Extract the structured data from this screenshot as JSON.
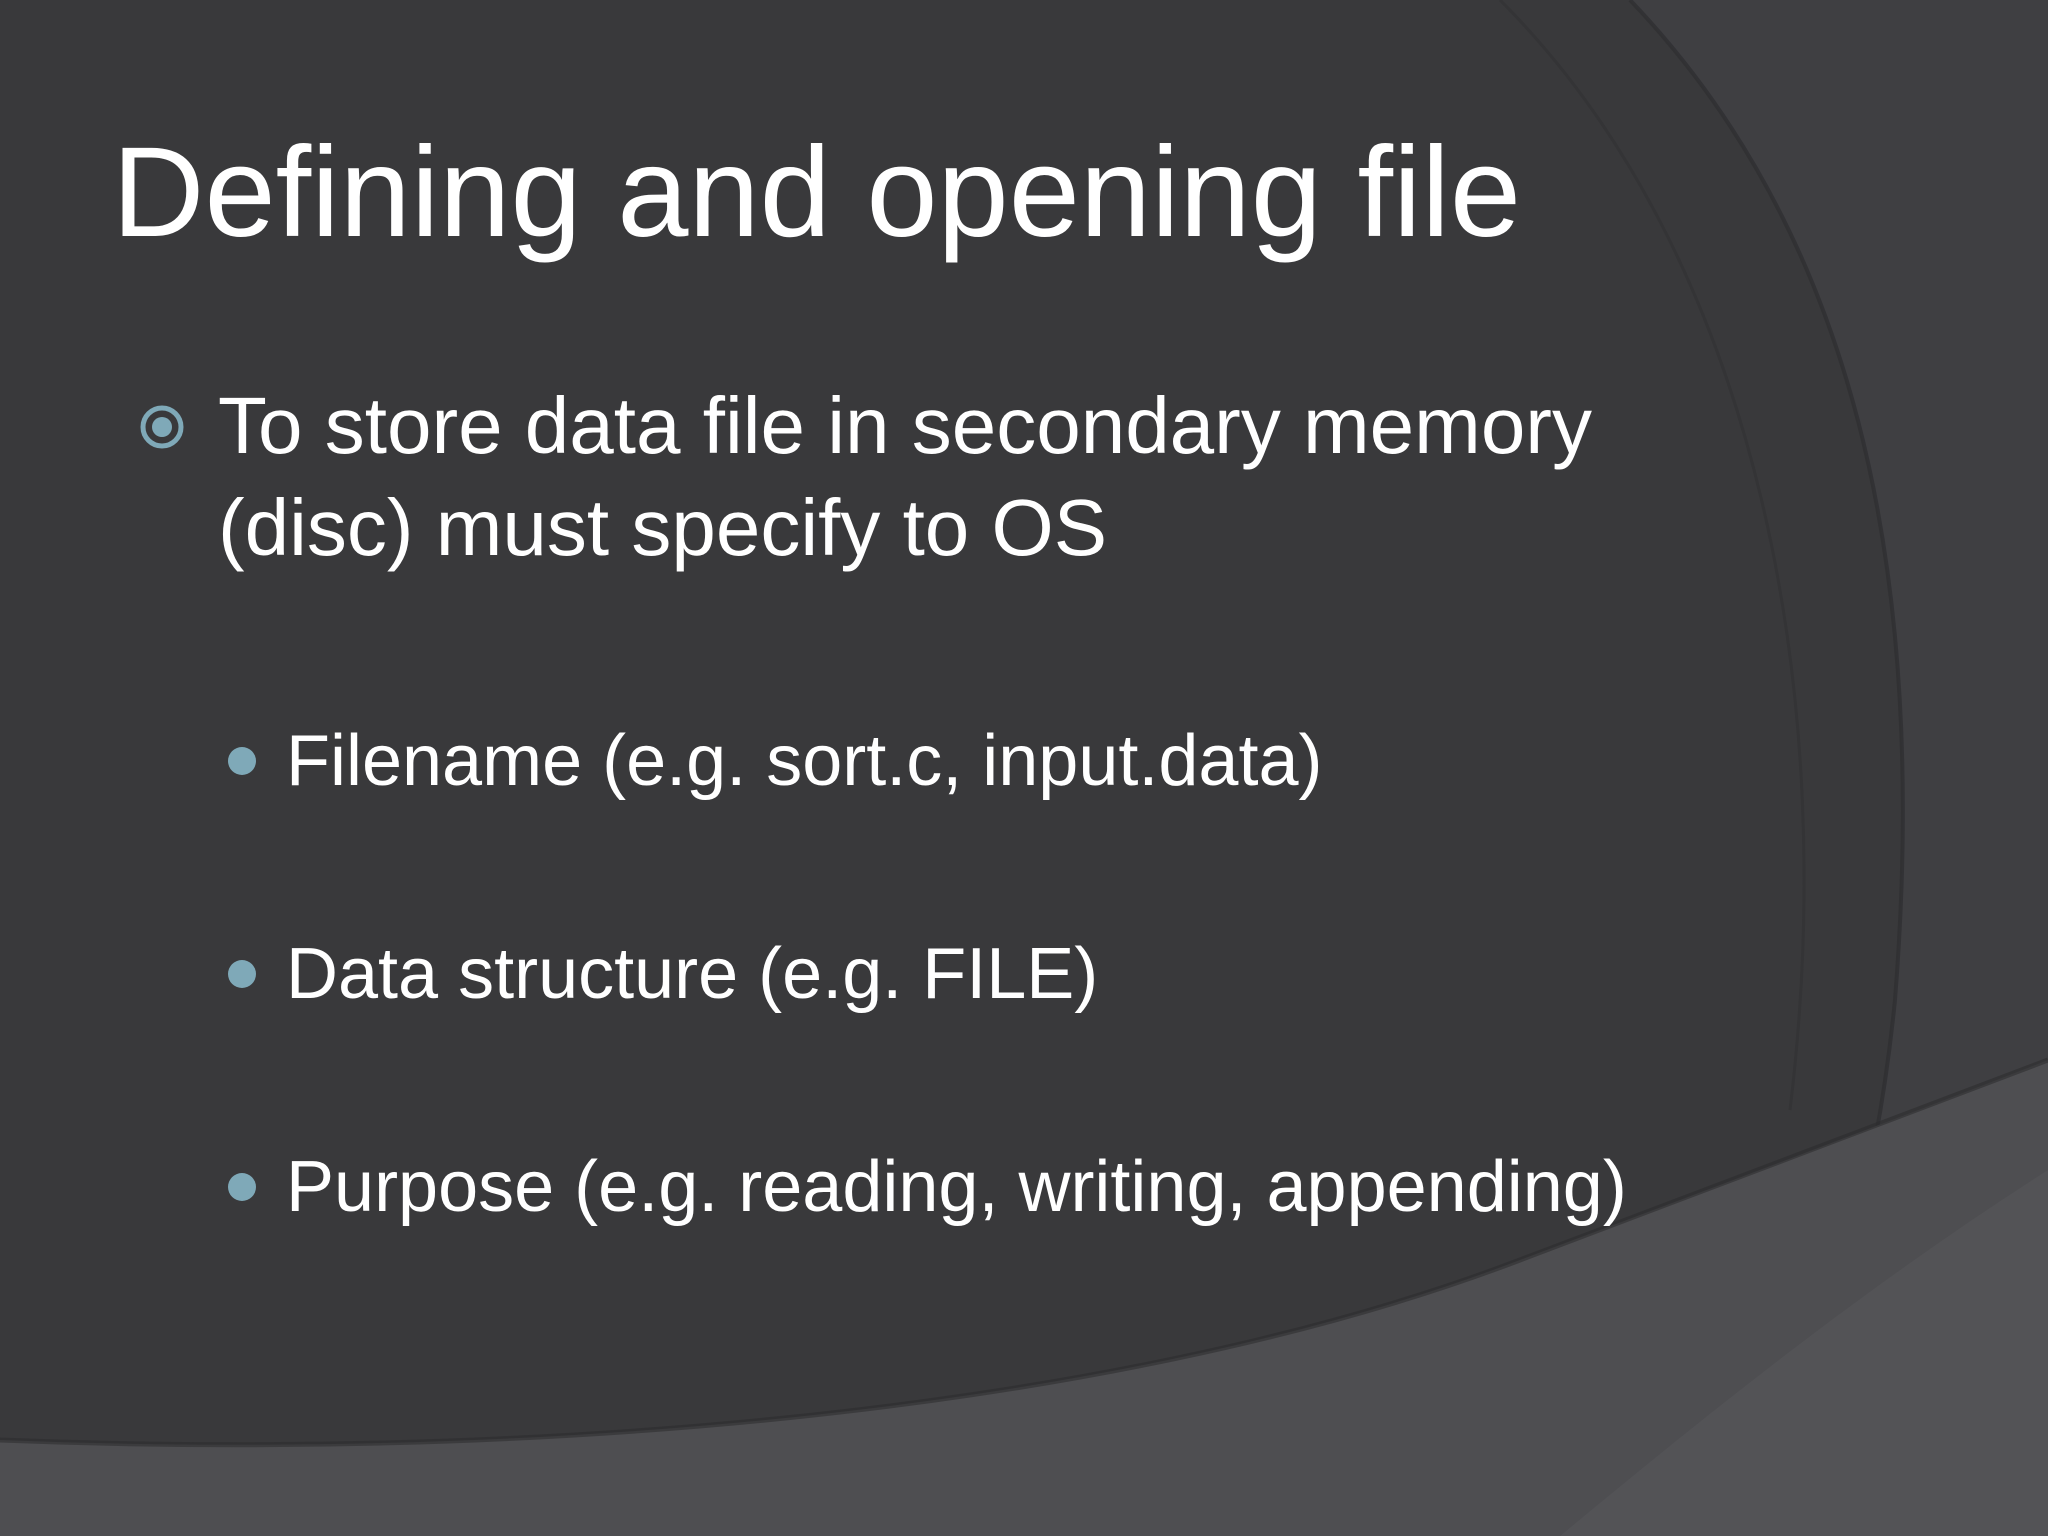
{
  "slide": {
    "title": "Defining and opening file",
    "bullets": [
      {
        "text": "To store data file in secondary memory (disc) must specify to OS",
        "icon": "circled-dot-bullet-icon",
        "sub_bullets": [
          {
            "text": "Filename (e.g. sort.c, input.data)",
            "icon": "dot-bullet-icon"
          },
          {
            "text": "Data structure (e.g. FILE)",
            "icon": "dot-bullet-icon"
          },
          {
            "text": "Purpose (e.g. reading, writing, appending)",
            "icon": "dot-bullet-icon"
          }
        ]
      }
    ]
  },
  "colors": {
    "background": "#39393b",
    "text": "#ffffff",
    "bullet_accent": "#7fa9b8",
    "lower_band": "#4f4f52"
  }
}
